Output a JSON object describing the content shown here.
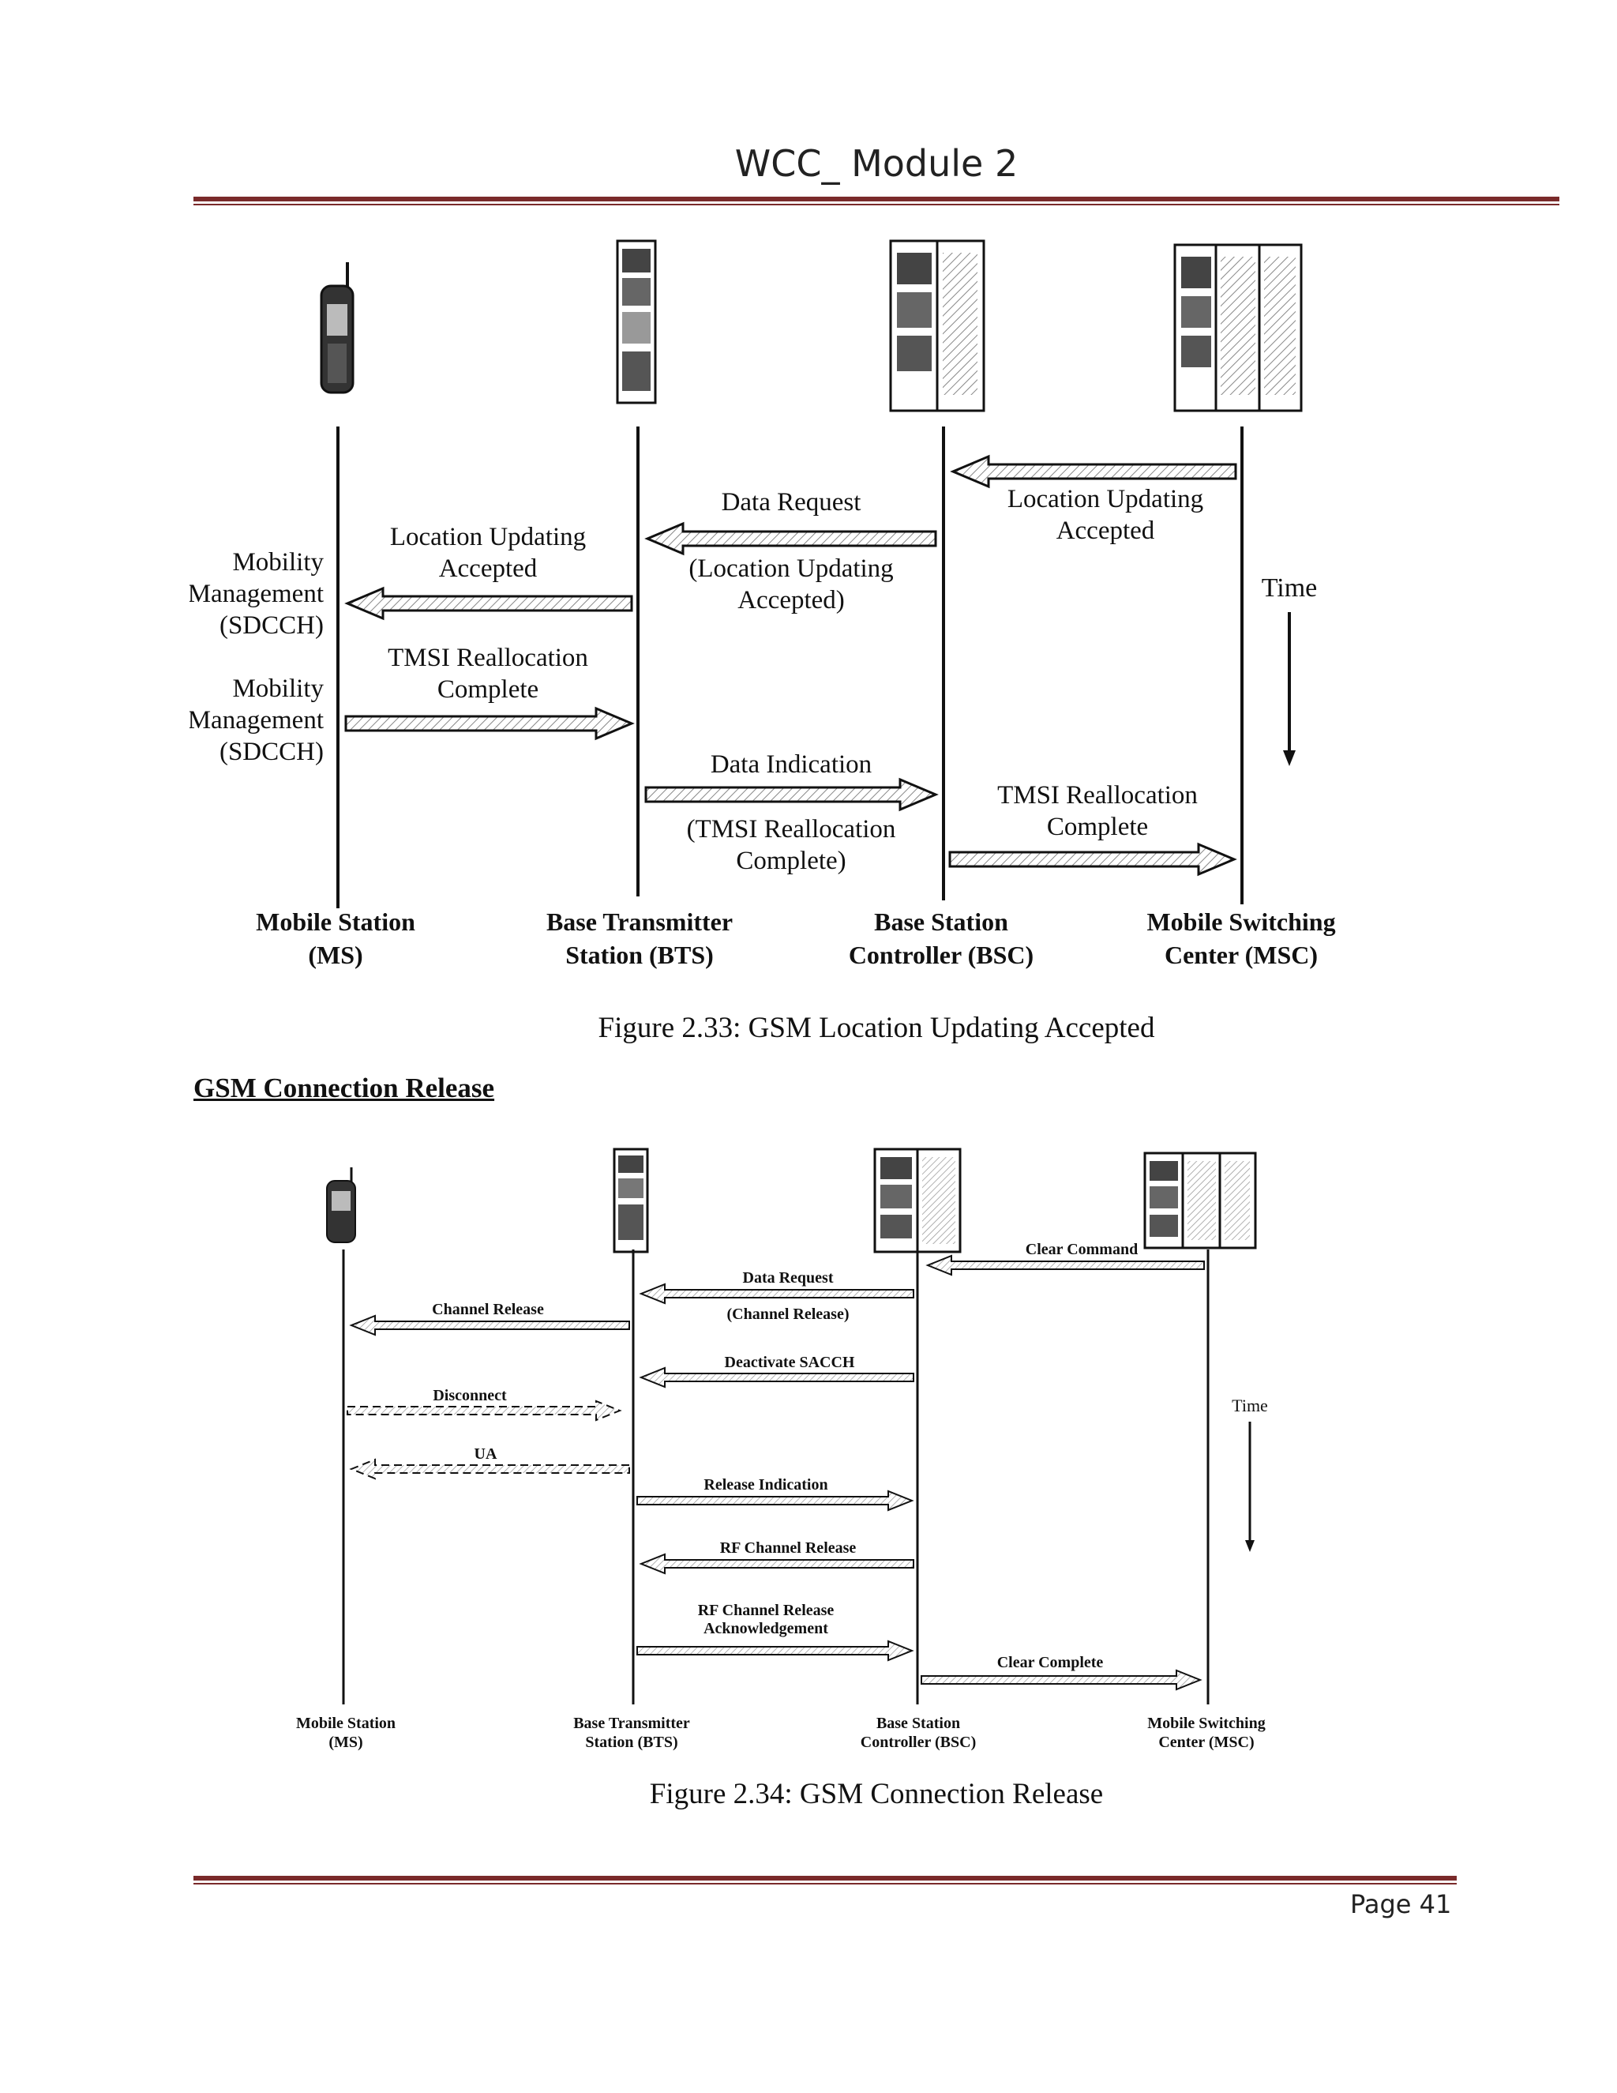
{
  "header": {
    "title": "WCC_ Module 2"
  },
  "figure1": {
    "caption": "Figure 2.33: GSM Location Updating Accepted",
    "entities": [
      {
        "line1": "Mobile Station",
        "line2": "(MS)",
        "icon": "mobile-phone-icon"
      },
      {
        "line1": "Base Transmitter",
        "line2": "Station (BTS)",
        "icon": "equipment-rack-icon"
      },
      {
        "line1": "Base Station",
        "line2": "Controller (BSC)",
        "icon": "equipment-cabinet-icon"
      },
      {
        "line1": "Mobile Switching",
        "line2": "Center (MSC)",
        "icon": "equipment-cabinet-icon"
      }
    ],
    "side_labels": [
      [
        "Mobility",
        "Management",
        "(SDCCH)"
      ],
      [
        "Mobility",
        "Management",
        "(SDCCH)"
      ]
    ],
    "time_label": "Time",
    "messages": [
      {
        "from": "MSC",
        "to": "BSC",
        "lines": [
          "Location Updating",
          "Accepted"
        ]
      },
      {
        "from": "BSC",
        "to": "BTS",
        "lines": [
          "Data Request",
          "(Location Updating",
          "Accepted)"
        ]
      },
      {
        "from": "BTS",
        "to": "MS",
        "lines": [
          "Location Updating",
          "Accepted"
        ]
      },
      {
        "from": "MS",
        "to": "BTS",
        "lines": [
          "TMSI Reallocation",
          "Complete"
        ]
      },
      {
        "from": "BTS",
        "to": "BSC",
        "lines": [
          "Data Indication",
          "(TMSI Reallocation",
          "Complete)"
        ]
      },
      {
        "from": "BSC",
        "to": "MSC",
        "lines": [
          "TMSI Reallocation",
          "Complete"
        ]
      }
    ]
  },
  "section2": {
    "heading": "GSM Connection Release"
  },
  "figure2": {
    "caption": "Figure 2.34: GSM Connection Release",
    "entities": [
      {
        "line1": "Mobile Station",
        "line2": "(MS)",
        "icon": "mobile-phone-icon"
      },
      {
        "line1": "Base Transmitter",
        "line2": "Station (BTS)",
        "icon": "equipment-rack-icon"
      },
      {
        "line1": "Base Station",
        "line2": "Controller (BSC)",
        "icon": "equipment-cabinet-icon"
      },
      {
        "line1": "Mobile Switching",
        "line2": "Center (MSC)",
        "icon": "equipment-cabinet-icon"
      }
    ],
    "time_label": "Time",
    "messages": [
      {
        "from": "MSC",
        "to": "BSC",
        "lines": [
          "Clear Command"
        ]
      },
      {
        "from": "BSC",
        "to": "BTS",
        "lines": [
          "Data Request",
          "(Channel Release)"
        ]
      },
      {
        "from": "BTS",
        "to": "MS",
        "lines": [
          "Channel Release"
        ]
      },
      {
        "from": "BSC",
        "to": "BTS",
        "lines": [
          "Deactivate SACCH"
        ]
      },
      {
        "from": "MS",
        "to": "BTS",
        "lines": [
          "Disconnect"
        ],
        "style": "dashed"
      },
      {
        "from": "BTS",
        "to": "MS",
        "lines": [
          "UA"
        ],
        "style": "dashed"
      },
      {
        "from": "BTS",
        "to": "BSC",
        "lines": [
          "Release Indication"
        ]
      },
      {
        "from": "BSC",
        "to": "BTS",
        "lines": [
          "RF Channel Release"
        ]
      },
      {
        "from": "BTS",
        "to": "BSC",
        "lines": [
          "RF Channel Release",
          "Acknowledgement"
        ]
      },
      {
        "from": "BSC",
        "to": "MSC",
        "lines": [
          "Clear Complete"
        ]
      }
    ]
  },
  "footer": {
    "page": "Page 41"
  }
}
